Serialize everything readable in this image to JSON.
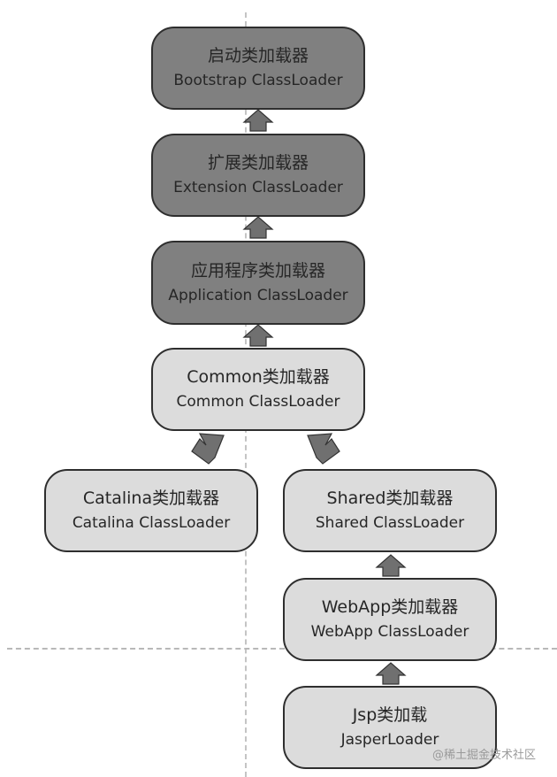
{
  "diagram": {
    "title": "Tomcat class loader hierarchy",
    "colors": {
      "jvm_node_fill": "#808080",
      "tomcat_node_fill": "#dcdcdc",
      "border": "#2e2e2e",
      "arrow_fill": "#707070",
      "guide_line": "#c4c4c4"
    },
    "nodes": [
      {
        "id": "bootstrap",
        "zh": "启动类加载器",
        "en": "Bootstrap ClassLoader",
        "tier": "jvm"
      },
      {
        "id": "extension",
        "zh": "扩展类加载器",
        "en": "Extension ClassLoader",
        "tier": "jvm"
      },
      {
        "id": "application",
        "zh": "应用程序类加载器",
        "en": "Application ClassLoader",
        "tier": "jvm"
      },
      {
        "id": "common",
        "zh": "Common类加载器",
        "en": "Common ClassLoader",
        "tier": "tomcat"
      },
      {
        "id": "catalina",
        "zh": "Catalina类加载器",
        "en": "Catalina ClassLoader",
        "tier": "tomcat"
      },
      {
        "id": "shared",
        "zh": "Shared类加载器",
        "en": "Shared ClassLoader",
        "tier": "tomcat"
      },
      {
        "id": "webapp",
        "zh": "WebApp类加载器",
        "en": "WebApp ClassLoader",
        "tier": "tomcat"
      },
      {
        "id": "jsp",
        "zh": "Jsp类加载",
        "en": "JasperLoader",
        "tier": "tomcat"
      }
    ],
    "edges": [
      {
        "from": "extension",
        "to": "bootstrap"
      },
      {
        "from": "application",
        "to": "extension"
      },
      {
        "from": "common",
        "to": "application"
      },
      {
        "from": "catalina",
        "to": "common"
      },
      {
        "from": "shared",
        "to": "common"
      },
      {
        "from": "webapp",
        "to": "shared"
      },
      {
        "from": "jsp",
        "to": "webapp"
      }
    ]
  },
  "watermark": "@稀土掘金技术社区"
}
